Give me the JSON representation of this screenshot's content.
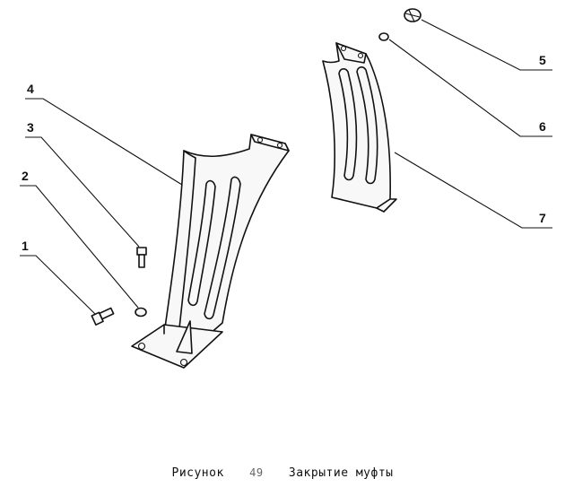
{
  "figure": {
    "caption_word": "Рисунок",
    "caption_number": "49",
    "caption_title": "Закрытие муфты"
  },
  "callouts": [
    {
      "id": "c1",
      "label": "1"
    },
    {
      "id": "c2",
      "label": "2"
    },
    {
      "id": "c3",
      "label": "3"
    },
    {
      "id": "c4",
      "label": "4"
    },
    {
      "id": "c5",
      "label": "5"
    },
    {
      "id": "c6",
      "label": "6"
    },
    {
      "id": "c7",
      "label": "7"
    }
  ]
}
